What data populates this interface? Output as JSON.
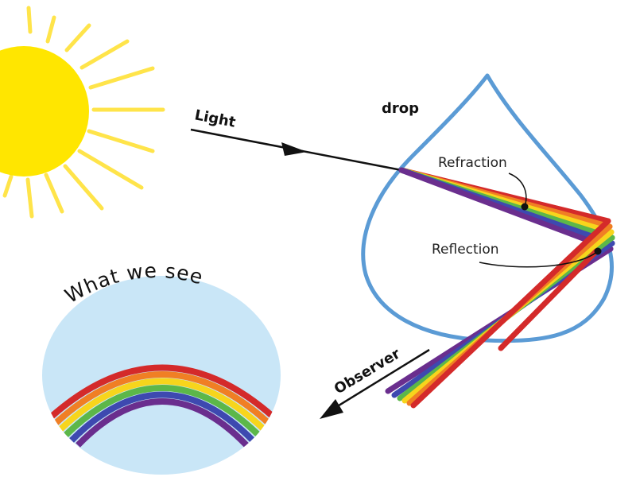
{
  "labels": {
    "light": "Light",
    "drop": "drop",
    "refraction": "Refraction",
    "reflection": "Reflection",
    "observer": "Observer",
    "what_we_see": "What we see"
  },
  "colors": {
    "sun": "#FFE600",
    "sun_rays": "#FFE44A",
    "drop_outline": "#5B9BD5",
    "sky_circle": "#C9E6F7",
    "arrow": "#111111",
    "rainbow": [
      "#D42A2A",
      "#F07F24",
      "#F7D51C",
      "#5CB749",
      "#3E49B0",
      "#6A2E8E"
    ]
  },
  "icons": {
    "sun": "sun-icon",
    "drop": "water-drop-icon"
  }
}
